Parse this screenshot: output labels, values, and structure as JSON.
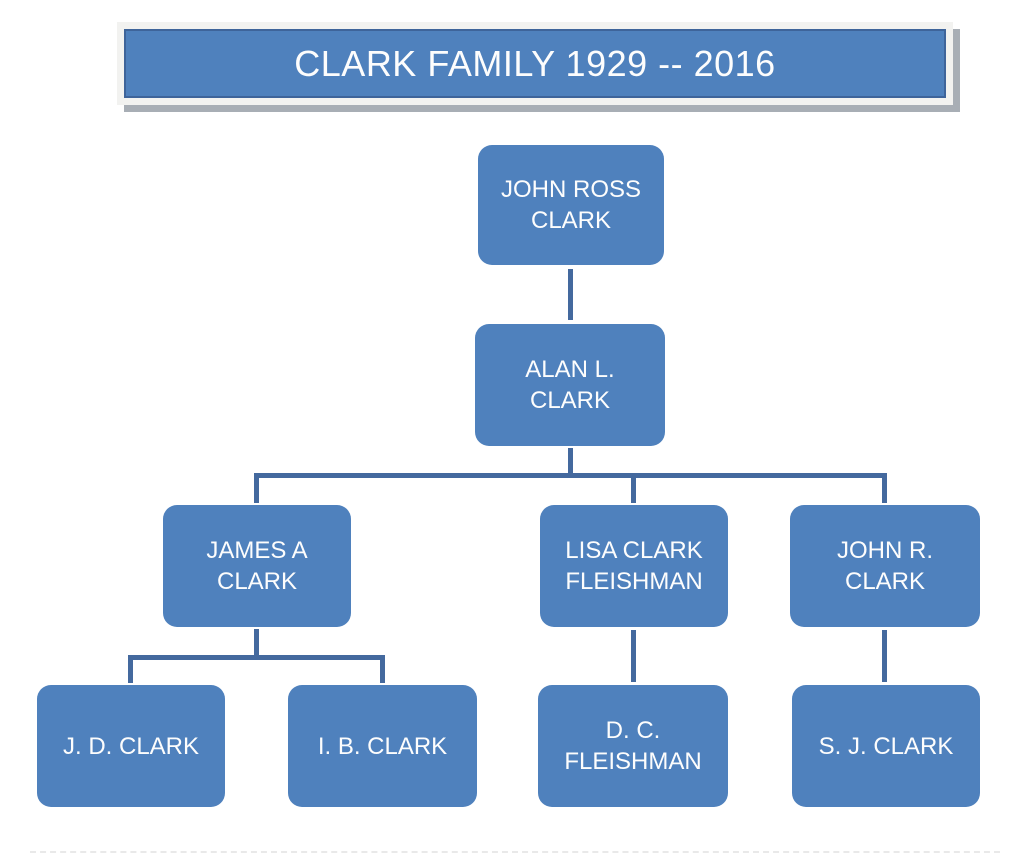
{
  "title": {
    "text": "CLARK FAMILY 1929 -- 2016"
  },
  "colors": {
    "node_fill": "#4f81bd",
    "node_text": "#fdfdfd",
    "connector": "#44699e",
    "banner_fill": "#4f81bd",
    "banner_border": "#3e649a",
    "banner_frame": "#f2f2f0",
    "banner_shadow": "#a8aeb5"
  },
  "nodes": [
    {
      "id": "john-ross",
      "label": "JOHN ROSS CLARK",
      "parent": null
    },
    {
      "id": "alan",
      "label": "ALAN L. CLARK",
      "parent": "john-ross"
    },
    {
      "id": "james",
      "label": "JAMES A CLARK",
      "parent": "alan"
    },
    {
      "id": "lisa",
      "label": "LISA CLARK FLEISHMAN",
      "parent": "alan"
    },
    {
      "id": "john-r",
      "label": "JOHN R. CLARK",
      "parent": "alan"
    },
    {
      "id": "jd",
      "label": "J. D. CLARK",
      "parent": "james"
    },
    {
      "id": "ib",
      "label": "I. B. CLARK",
      "parent": "james"
    },
    {
      "id": "dc",
      "label": "D. C. FLEISHMAN",
      "parent": "lisa"
    },
    {
      "id": "sj",
      "label": "S. J. CLARK",
      "parent": "john-r"
    }
  ],
  "tree": {
    "root": "JOHN ROSS CLARK",
    "generations": 4
  }
}
